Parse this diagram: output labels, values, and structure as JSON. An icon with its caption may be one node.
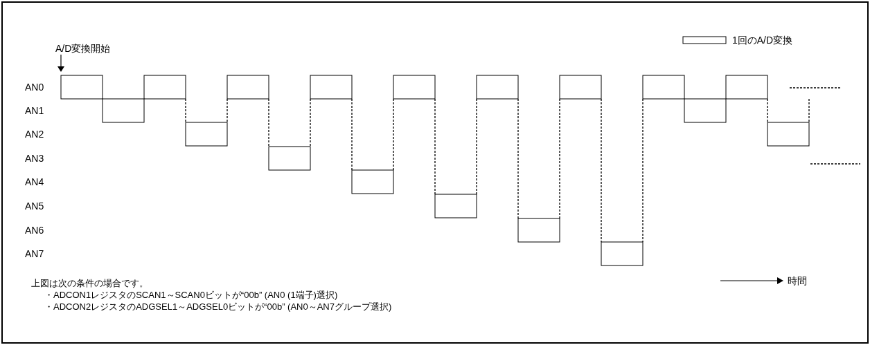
{
  "diagram": {
    "labels": [
      "A/D変換開始",
      "AN0",
      "AN1",
      "AN2",
      "AN3",
      "AN4",
      "AN5",
      "AN6",
      "AN7",
      "時間",
      "上図は次の条件の場合です。",
      "・ADCON1レジスタのSCAN1～SCAN0ビットが“00b” (AN0 (1端子)選択)",
      "・ADCON2レジスタのADGSEL1～ADGSEL0ビットが“00b” (AN0～AN7グループ選択)"
    ],
    "legend": [
      {
        "text": "1回のA/D変換"
      }
    ]
  }
}
